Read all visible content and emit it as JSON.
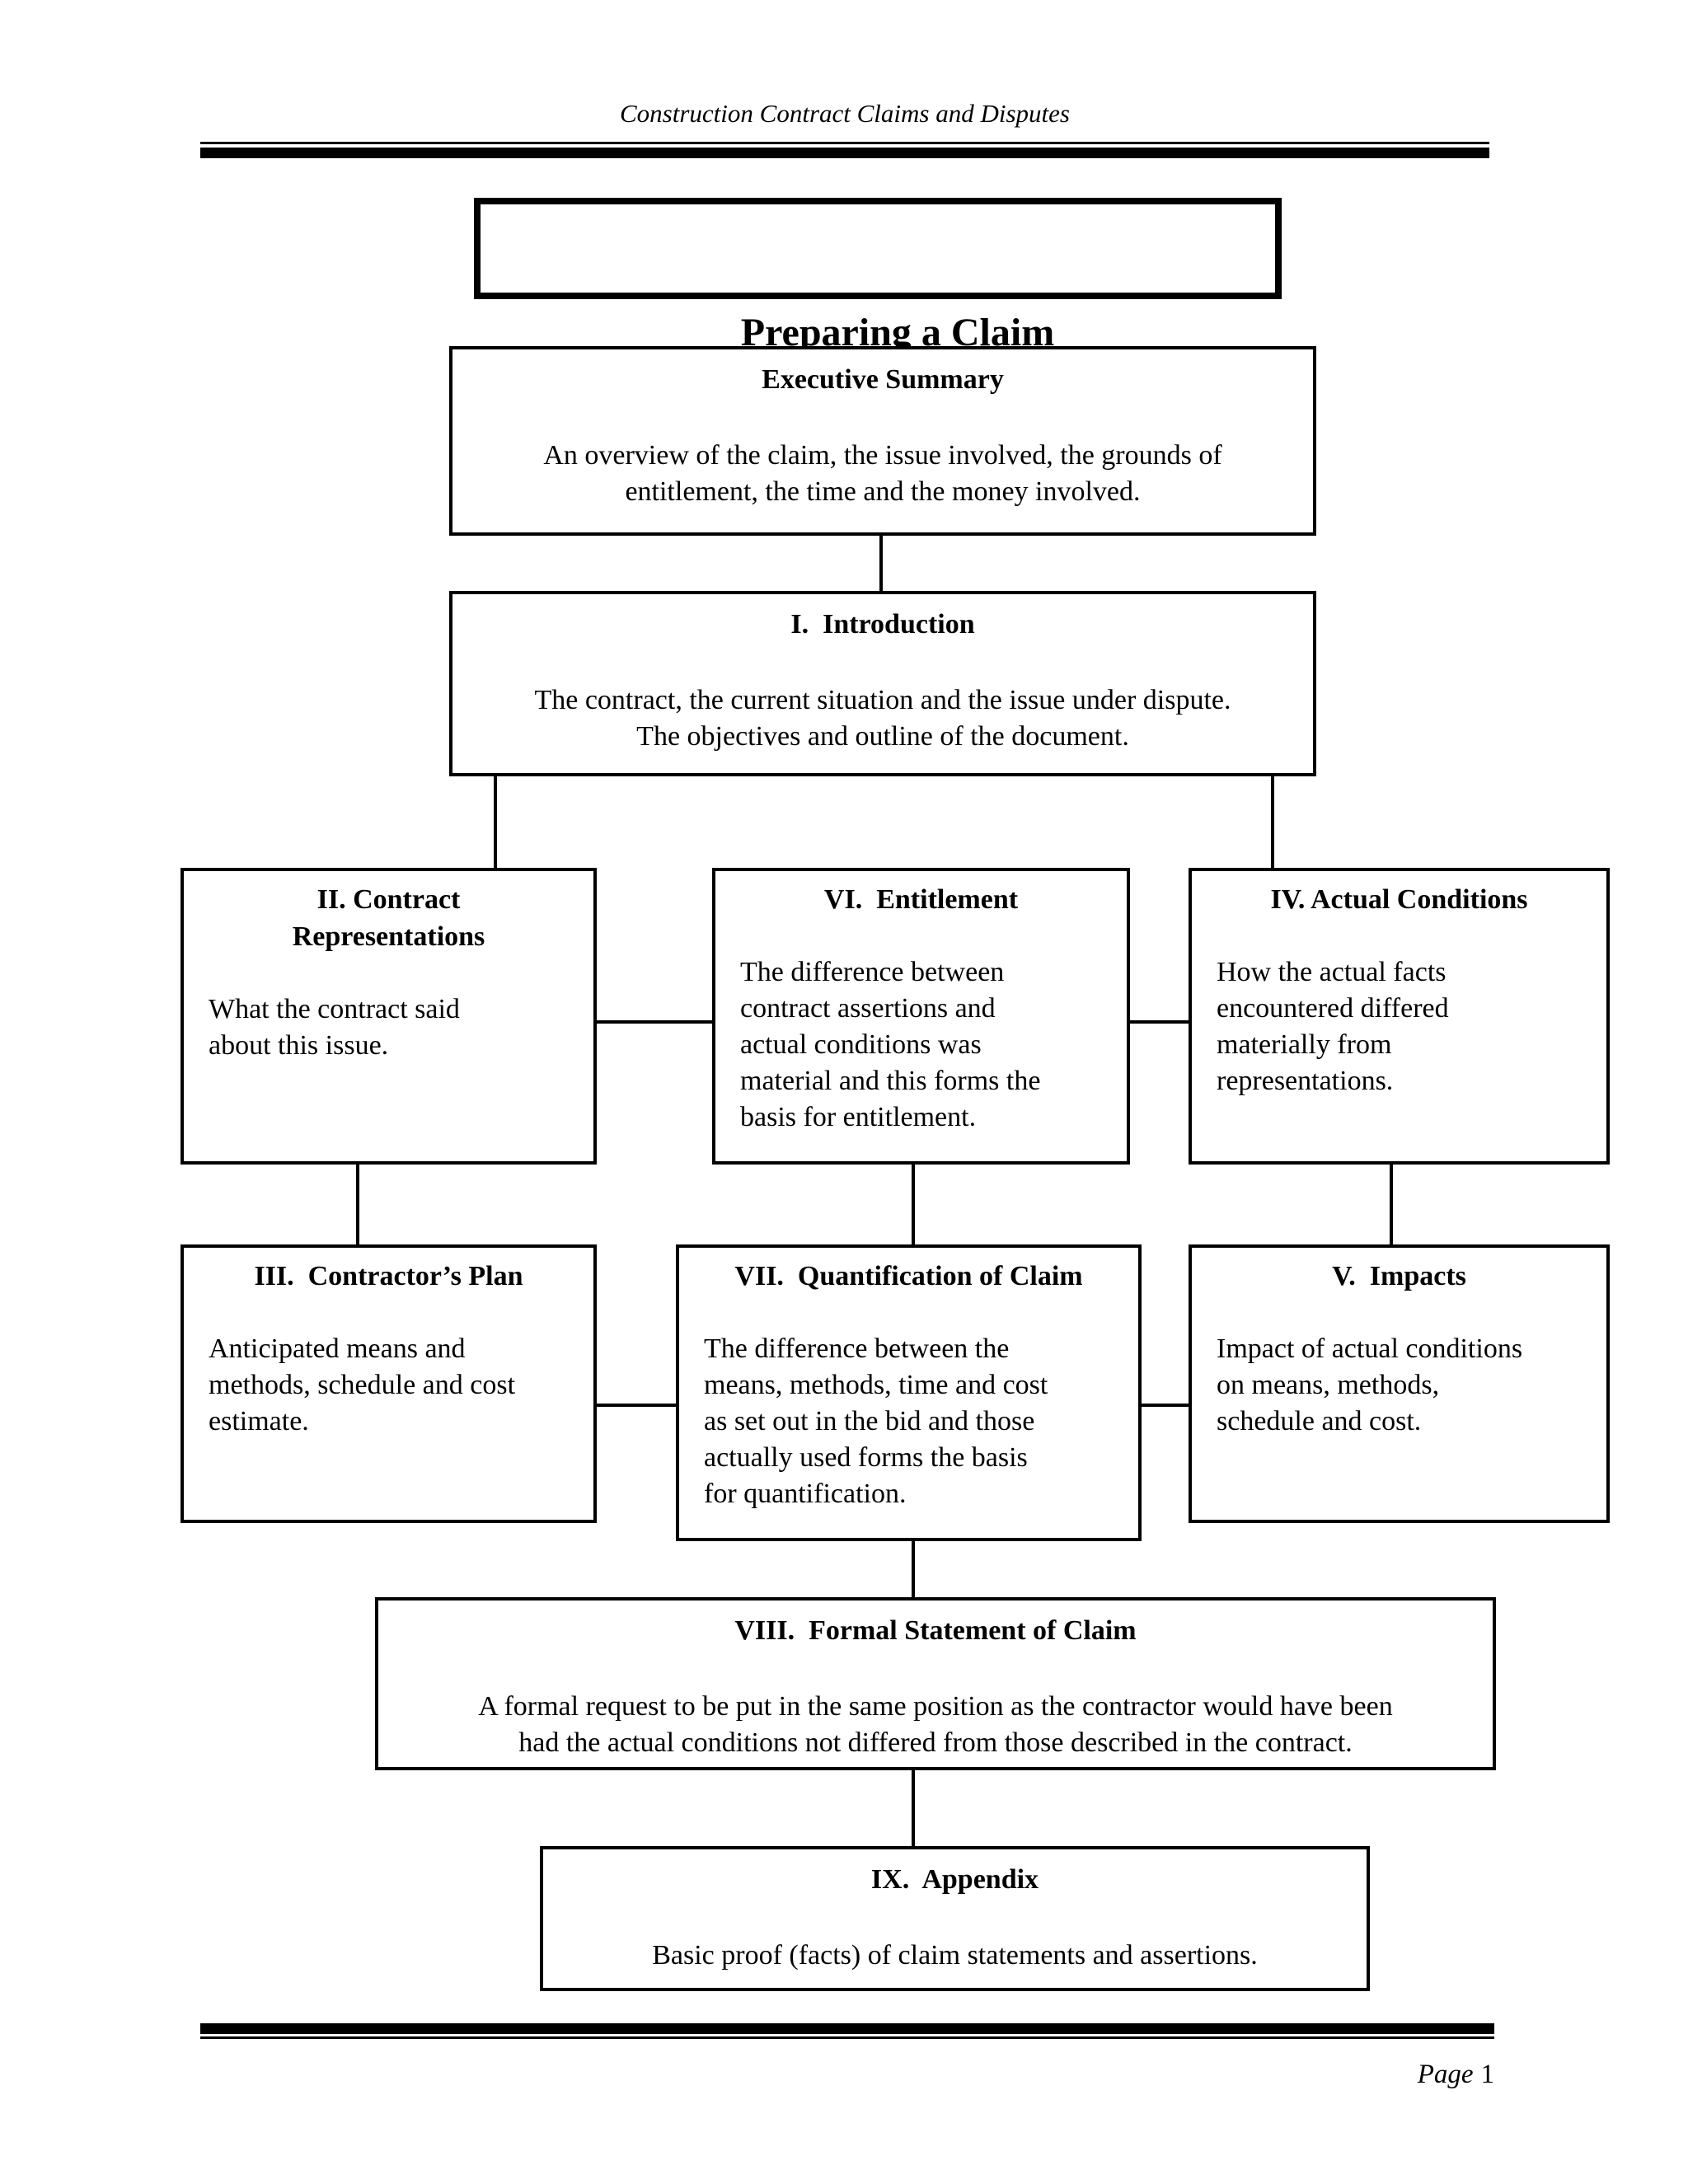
{
  "colors": {
    "ink": "#000000",
    "paper": "#ffffff"
  },
  "page": {
    "running_head": "Construction Contract Claims and Disputes",
    "footer": {
      "label": "Page",
      "number": "1"
    }
  },
  "diagram": {
    "title": "Preparing a Claim",
    "nodes": {
      "executive_summary": {
        "title": "Executive Summary",
        "body": "An overview of the claim, the issue involved, the grounds of\nentitlement, the time and the money involved."
      },
      "introduction": {
        "title": "I.  Introduction",
        "body": "The contract, the current situation and the issue under dispute.\nThe objectives and outline of the document."
      },
      "contract_representations": {
        "title": "II. Contract\nRepresentations",
        "body": "What the contract said\nabout this issue."
      },
      "entitlement": {
        "title": "VI.  Entitlement",
        "body": "The difference between\ncontract assertions and\nactual conditions was\nmaterial and this forms the\nbasis for entitlement."
      },
      "actual_conditions": {
        "title": "IV. Actual Conditions",
        "body": "How the actual facts\nencountered differed\nmaterially from\nrepresentations."
      },
      "contractors_plan": {
        "title": "III.  Contractor’s Plan",
        "body": "Anticipated means and\nmethods, schedule and cost\nestimate."
      },
      "quantification_of_claim": {
        "title": "VII.  Quantification of Claim",
        "body": "The difference between the\nmeans, methods, time and cost\nas set out in the bid and those\nactually used forms the basis\nfor quantification."
      },
      "impacts": {
        "title": "V.  Impacts",
        "body": "Impact of actual conditions\non means, methods,\nschedule and cost."
      },
      "formal_statement_of_claim": {
        "title": "VIII.  Formal Statement of Claim",
        "body": "A formal request to be put in the same position as the contractor would have been\nhad the actual conditions not differed from those described in the contract."
      },
      "appendix": {
        "title": "IX.  Appendix",
        "body": "Basic proof (facts) of claim statements and assertions."
      }
    }
  }
}
